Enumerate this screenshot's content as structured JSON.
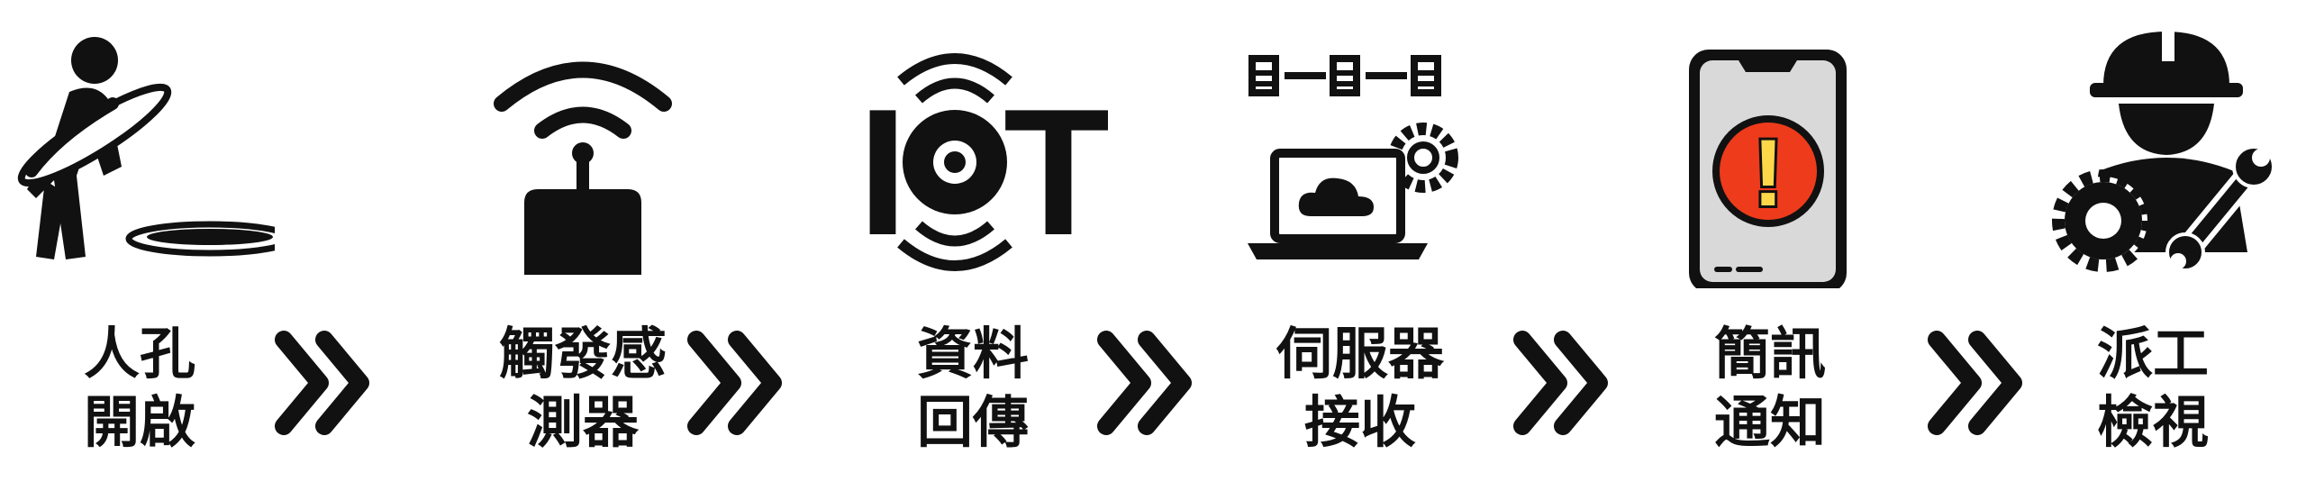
{
  "flow": {
    "steps": [
      {
        "id": "manhole-open",
        "icon": "worker-lifting-manhole-cover-icon",
        "line1": "人孔",
        "line2": "開啟"
      },
      {
        "id": "trigger-sensor",
        "icon": "wireless-trigger-sensor-icon",
        "line1": "觸發感",
        "line2": "測器"
      },
      {
        "id": "data-return",
        "icon": "iot-signal-icon",
        "line1": "資料",
        "line2": "回傳"
      },
      {
        "id": "server-receive",
        "icon": "laptop-cloud-server-icon",
        "line1": "伺服器",
        "line2": "接收"
      },
      {
        "id": "sms-notify",
        "icon": "phone-alert-icon",
        "line1": "簡訊",
        "line2": "通知"
      },
      {
        "id": "dispatch-inspect",
        "icon": "worker-gear-wrench-icon",
        "line1": "派工",
        "line2": "檢視"
      }
    ],
    "arrow_icon": "double-chevron-right-icon",
    "icon_text": {
      "iot": [
        "I",
        "T"
      ],
      "alert": "!"
    }
  },
  "colors": {
    "ink": "#111111",
    "alert_red": "#ee3b1c",
    "screen_gray": "#d9d9d9"
  }
}
